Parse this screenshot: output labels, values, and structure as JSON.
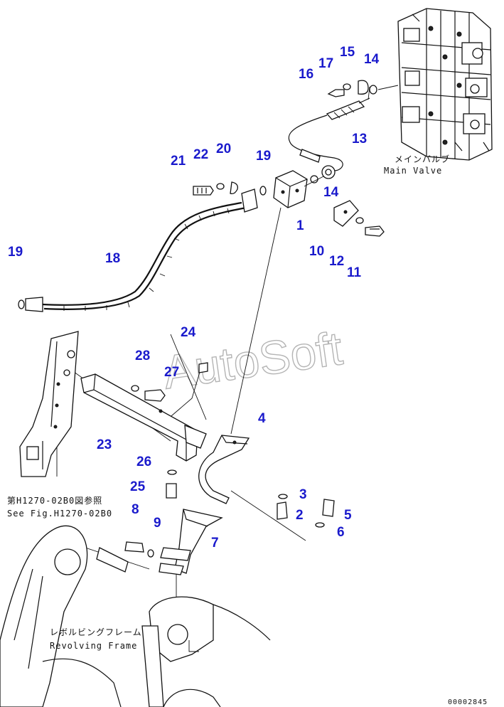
{
  "labels": {
    "main_valve_jp": "メインバルブ",
    "main_valve_en": "Main Valve",
    "ref_jp": "第H1270-02B0図参照",
    "ref_en": "See Fig.H1270-02B0",
    "frame_jp": "レボルビングフレーム",
    "frame_en": "Revolving Frame",
    "drawing_number": "00002845",
    "watermark": "AutoSoft"
  },
  "callouts": {
    "c1": "1",
    "c2": "2",
    "c3": "3",
    "c4": "4",
    "c5": "5",
    "c6": "6",
    "c7": "7",
    "c8": "8",
    "c9": "9",
    "c10": "10",
    "c11": "11",
    "c12": "12",
    "c13": "13",
    "c14a": "14",
    "c14b": "14",
    "c15": "15",
    "c16": "16",
    "c17": "17",
    "c18": "18",
    "c19a": "19",
    "c19b": "19",
    "c20": "20",
    "c21": "21",
    "c22": "22",
    "c23": "23",
    "c24": "24",
    "c25": "25",
    "c26": "26",
    "c27": "27",
    "c28": "28"
  },
  "colors": {
    "callout": "#1a1acc",
    "line": "#111111",
    "watermark": "#777777"
  }
}
